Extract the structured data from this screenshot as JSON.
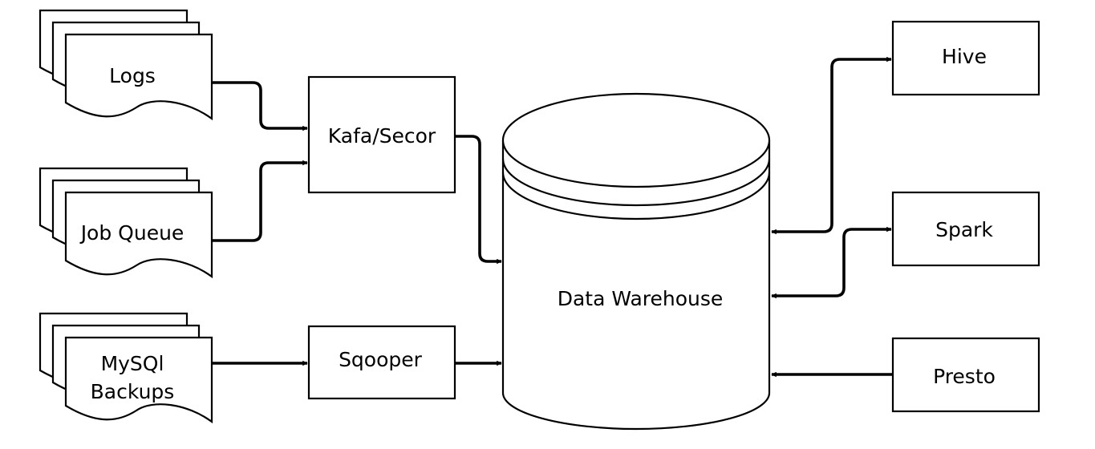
{
  "sources": {
    "logs": {
      "label": "Logs"
    },
    "job_queue": {
      "label": "Job Queue"
    },
    "mysql_backups": {
      "line1": "MySQl",
      "line2": "Backups"
    }
  },
  "ingest": {
    "kafka_secor": {
      "label": "Kafa/Secor"
    },
    "sqooper": {
      "label": "Sqooper"
    }
  },
  "warehouse": {
    "label": "Data Warehouse"
  },
  "consumers": {
    "hive": {
      "label": "Hive"
    },
    "spark": {
      "label": "Spark"
    },
    "presto": {
      "label": "Presto"
    }
  }
}
